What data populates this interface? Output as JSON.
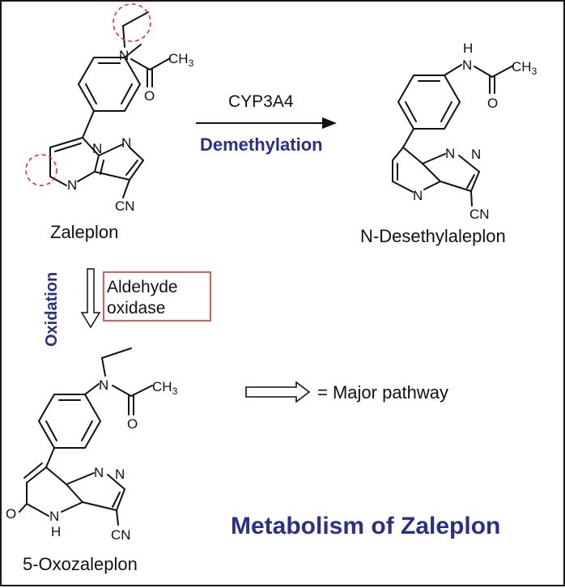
{
  "colors": {
    "line": "#111111",
    "accent_blue": "#2b2f86",
    "highlight_red": "#e03030"
  },
  "compounds": {
    "parent": "Zaleplon",
    "metabolite_1": "N-Desethylaleplon",
    "metabolite_2": "5-Oxozaleplon"
  },
  "atoms": {
    "n": "N",
    "nh": "N",
    "hn": "H",
    "ch3": "CH3",
    "ch3_base": "CH",
    "ch3_sub": "3",
    "o": "O",
    "cn": "CN",
    "h": "H"
  },
  "reactions": {
    "top_enzyme": "CYP3A4",
    "top_type": "Demethylation",
    "side_type": "Oxidation",
    "side_enzyme_line1": "Aldehyde",
    "side_enzyme_line2": "oxidase"
  },
  "legend": {
    "text": "= Major pathway"
  },
  "title": "Metabolism of Zaleplon",
  "icons": {
    "major_arrow": "hollow-right-arrow-icon",
    "oxidation_arrow": "hollow-down-arrow-icon",
    "reaction_arrow": "solid-right-arrow-icon"
  }
}
